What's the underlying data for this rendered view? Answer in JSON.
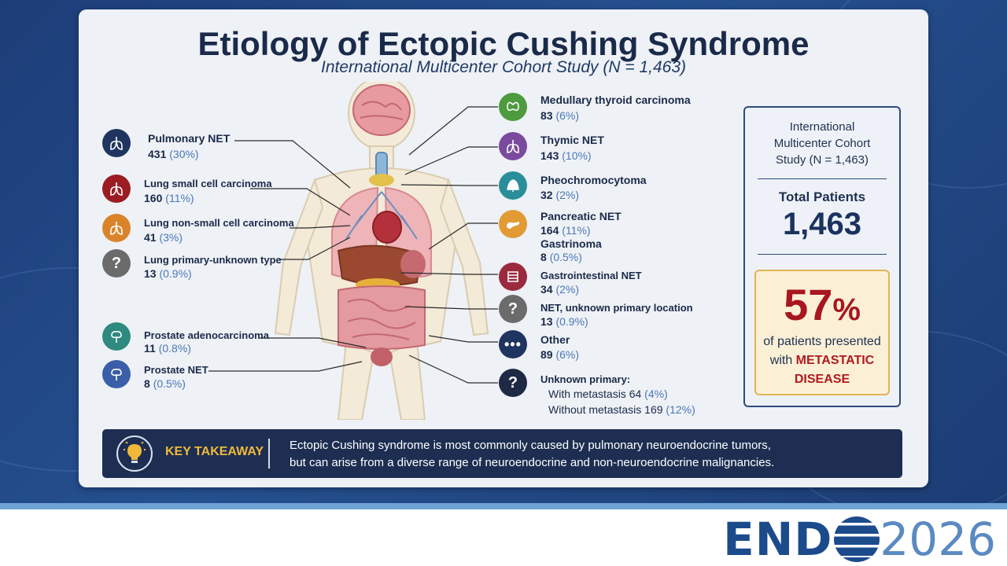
{
  "title": "Etiology of Ectopic Cushing Syndrome",
  "subtitle": "International Multicenter Cohort Study (N = 1,463)",
  "left_items": [
    {
      "label": "Pulmonary NET",
      "count": "431",
      "pct": "(30%)",
      "color": "#1e3560",
      "icon": "lungs-icon"
    },
    {
      "label": "Lung small cell carcinoma",
      "count": "160",
      "pct": "(11%)",
      "color": "#9b1c22",
      "icon": "lungs-icon"
    },
    {
      "label": "Lung non-small cell carcinoma",
      "count": "41",
      "pct": "(3%)",
      "color": "#d9842a",
      "icon": "lungs-icon"
    },
    {
      "label": "Lung primary-unknown type",
      "count": "13",
      "pct": "(0.9%)",
      "color": "#6b6b6b",
      "icon": "question-icon"
    },
    {
      "label": "Prostate adenocarcinoma",
      "count": "11",
      "pct": "(0.8%)",
      "color": "#2e8a7e",
      "icon": "prostate-icon"
    },
    {
      "label": "Prostate NET",
      "count": "8",
      "pct": "(0.5%)",
      "color": "#3a5fa8",
      "icon": "prostate-icon"
    }
  ],
  "right_items": [
    {
      "label": "Medullary thyroid carcinoma",
      "count": "83",
      "pct": "(6%)",
      "color": "#4e9a3e",
      "icon": "thyroid-icon"
    },
    {
      "label": "Thymic NET",
      "count": "143",
      "pct": "(10%)",
      "color": "#7a4a9e",
      "icon": "thymus-icon"
    },
    {
      "label": "Pheochromocytoma",
      "count": "32",
      "pct": "(2%)",
      "color": "#2a8e9a",
      "icon": "adrenal-icon"
    },
    {
      "label": "Pancreatic NET",
      "count": "164",
      "pct": "(11%)",
      "color": "#e29a34",
      "icon": "pancreas-icon"
    },
    {
      "label": "Gastrinoma",
      "count": "8",
      "pct": "(0.5%)",
      "color": "",
      "icon": ""
    },
    {
      "label": "Gastrointestinal NET",
      "count": "34",
      "pct": "(2%)",
      "color": "#9b2a3e",
      "icon": "intestine-icon"
    },
    {
      "label": "NET, unknown primary location",
      "count": "13",
      "pct": "(0.9%)",
      "color": "#6b6b6b",
      "icon": "question-icon"
    },
    {
      "label": "Other",
      "count": "89",
      "pct": "(6%)",
      "color": "#1e3560",
      "icon": "ellipsis-icon"
    }
  ],
  "unknown_primary": {
    "label": "Unknown primary:",
    "with_label": "With metastasis 64",
    "with_pct": "(4%)",
    "without_label": "Without metastasis 169",
    "without_pct": "(12%)",
    "color": "#1e2a44"
  },
  "sidebar": {
    "study": "International Multicenter Cohort Study (N = 1,463)",
    "study_lines": [
      "International",
      "Multicenter Cohort",
      "Study (N = 1,463)"
    ],
    "total_label": "Total Patients",
    "total_value": "1,463",
    "met_pct": "57",
    "met_pct_sign": "%",
    "met_line1": "of patients presented",
    "met_line2": "with",
    "met_line2_hl": "METASTATIC",
    "met_line3": "DISEASE"
  },
  "takeaway": {
    "label": "KEY TAKEAWAY",
    "line1": "Ectopic Cushing syndrome is most commonly caused by pulmonary neuroendocrine tumors,",
    "line2": "but can arise from a diverse range of neuroendocrine and non-neuroendocrine malignancies."
  },
  "footer": {
    "brand": "END",
    "year": "2026"
  }
}
